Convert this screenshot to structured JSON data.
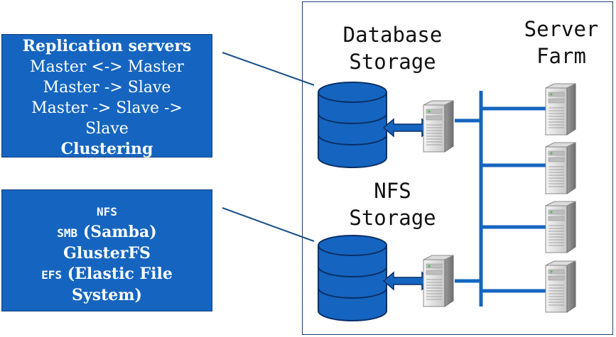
{
  "box_replication": {
    "title": "Replication servers",
    "lines": [
      "Master <-> Master",
      "Master -> Slave",
      "Master -> Slave ->",
      "Slave"
    ],
    "footer": "Clustering"
  },
  "box_filesystems": {
    "nfs": "NFS",
    "smb_abbr": "SMB",
    "smb_name": " (Samba)",
    "gluster": "GlusterFS",
    "efs_abbr": "EFS",
    "efs_name": " (Elastic File",
    "efs_name2": "System)"
  },
  "labels": {
    "database_line1": "Database",
    "database_line2": "Storage",
    "farm_line1": "Server",
    "farm_line2": "Farm",
    "nfs_line1": "NFS",
    "nfs_line2": "Storage"
  },
  "colors": {
    "box_fill": "#1565c0",
    "line": "#1a4f8a",
    "db_fill": "#1565c0"
  },
  "icons": [
    "database-cylinder-icon",
    "server-tower-icon",
    "double-arrow-icon"
  ]
}
